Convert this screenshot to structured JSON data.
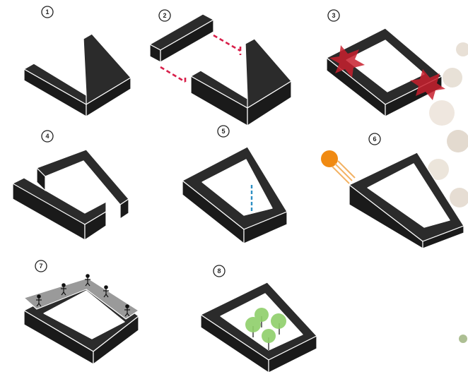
{
  "steps": [
    {
      "number": "1"
    },
    {
      "number": "2"
    },
    {
      "number": "3"
    },
    {
      "number": "4"
    },
    {
      "number": "5"
    },
    {
      "number": "6"
    },
    {
      "number": "7"
    },
    {
      "number": "8"
    }
  ],
  "colors": {
    "block_top": "#2b2b2b",
    "block_side": "#1a1a1a",
    "edge_line": "#ffffff",
    "connector_red": "#d81f4a",
    "star_red": "#c8202e",
    "dash_blue": "#2d8fc4",
    "sun_orange": "#f08a12",
    "roof_grey": "#9a9a9a",
    "tree_green": "#8fcf6a"
  },
  "icons": {
    "people": "person-icon",
    "sun": "sun-icon",
    "trees": "tree-icon",
    "noise": "star-burst-icon"
  }
}
